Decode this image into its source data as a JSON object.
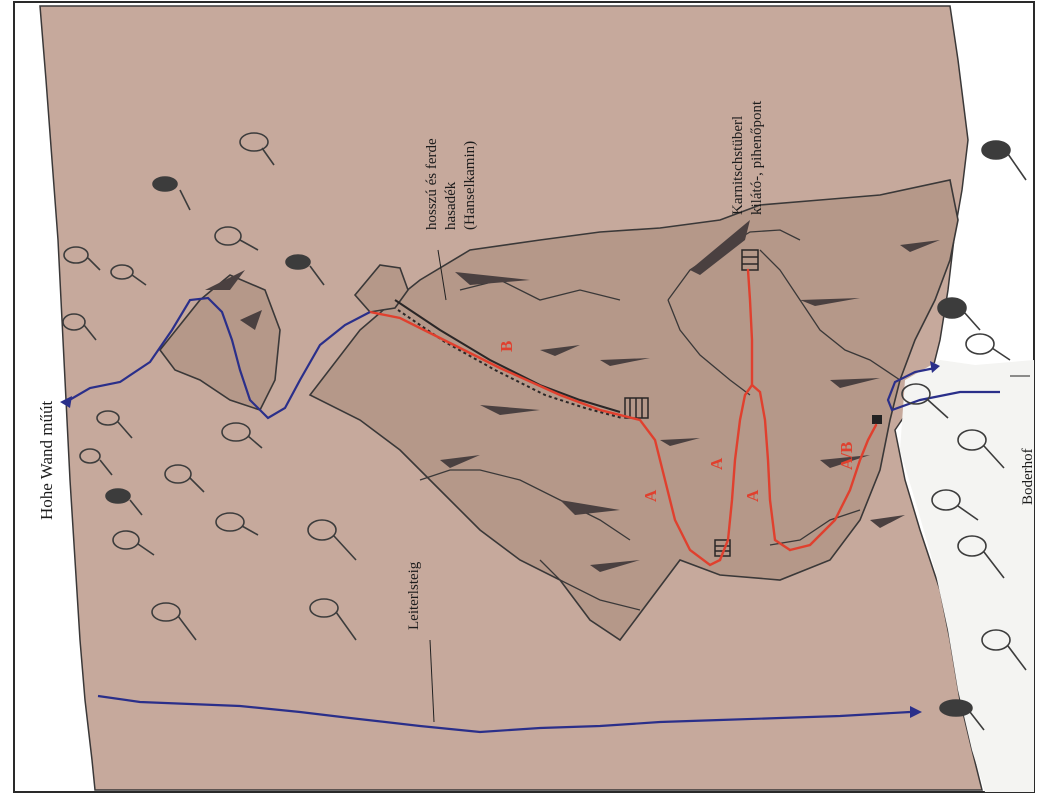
{
  "labels": {
    "left_road": "Hohe Wand műút",
    "gully_line1": "hosszú és ferde",
    "gully_line2": "hasadék",
    "gully_line3": "(Hanselkamin)",
    "viewpoint_line1": "Karnitschstüberl",
    "viewpoint_line2": "kilátó-, pihenőpont",
    "farm": "Boderhof",
    "ladder_path": "Leiterlsteig"
  },
  "route_markers": {
    "b": "B",
    "a_upper": "A",
    "a_mid_1": "A",
    "a_mid_2": "A",
    "ab": "A/B"
  },
  "colors": {
    "background": "#ffffff",
    "plateau": "#c6a99c",
    "rock": "#b59889",
    "rock_shadow": "#4a4040",
    "outline": "#3a3838",
    "trail_blue": "#2a2f8a",
    "route_red": "#e0402e",
    "valley": "#f4f4f2",
    "tree": "#3c3c3c"
  },
  "icons": [
    "tree-icon",
    "arrow-icon",
    "hut-icon",
    "ladder-icon"
  ]
}
